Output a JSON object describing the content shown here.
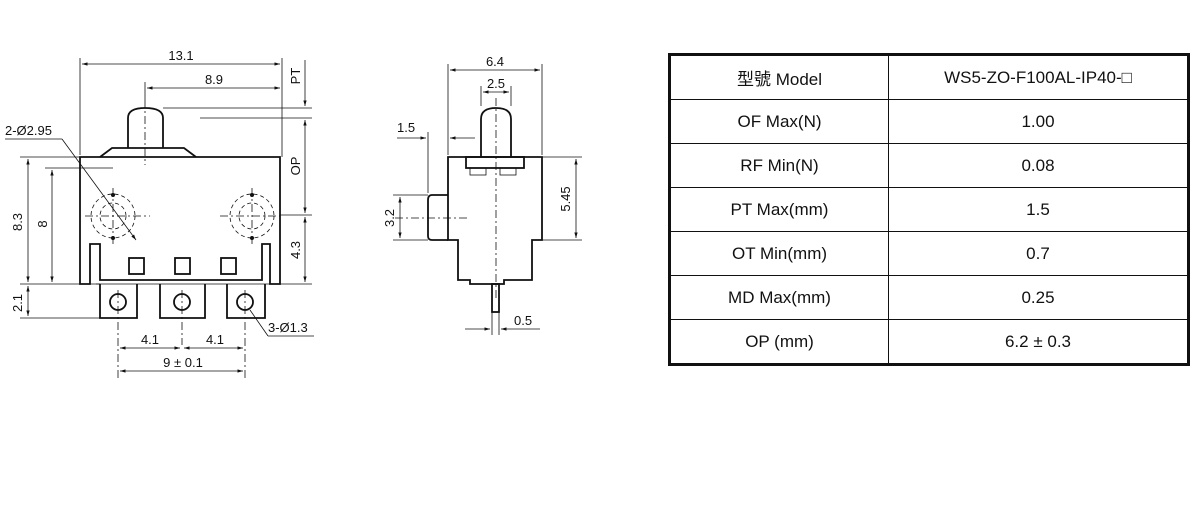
{
  "drawing": {
    "front_view": {
      "width_dim": "13.1",
      "actuator_offset_dim": "8.9",
      "pt_label": "PT",
      "op_label": "OP",
      "height_dim_a": "8.3",
      "height_dim_b": "8",
      "mount_hole_label": "2-Ø2.95",
      "height_dim_c": "4.3",
      "terminal_dim": "2.1",
      "pitch_left": "4.1",
      "pitch_right": "4.1",
      "terminal_hole_label": "3-Ø1.3",
      "overall_pitch": "9 ± 0.1"
    },
    "side_view": {
      "width_dim": "6.4",
      "actuator_dim": "2.5",
      "step_dim": "1.5",
      "height_dim": "5.45",
      "boss_dim": "3.2",
      "terminal_thickness": "0.5"
    }
  },
  "spec_table": {
    "rows": [
      {
        "label": "型號 Model",
        "value": "WS5-ZO-F100AL-IP40-□"
      },
      {
        "label": "OF Max(N)",
        "value": "1.00"
      },
      {
        "label": "RF Min(N)",
        "value": "0.08"
      },
      {
        "label": "PT Max(mm)",
        "value": "1.5"
      },
      {
        "label": "OT Min(mm)",
        "value": "0.7"
      },
      {
        "label": "MD Max(mm)",
        "value": "0.25"
      },
      {
        "label": "OP (mm)",
        "value": "6.2 ± 0.3"
      }
    ]
  }
}
